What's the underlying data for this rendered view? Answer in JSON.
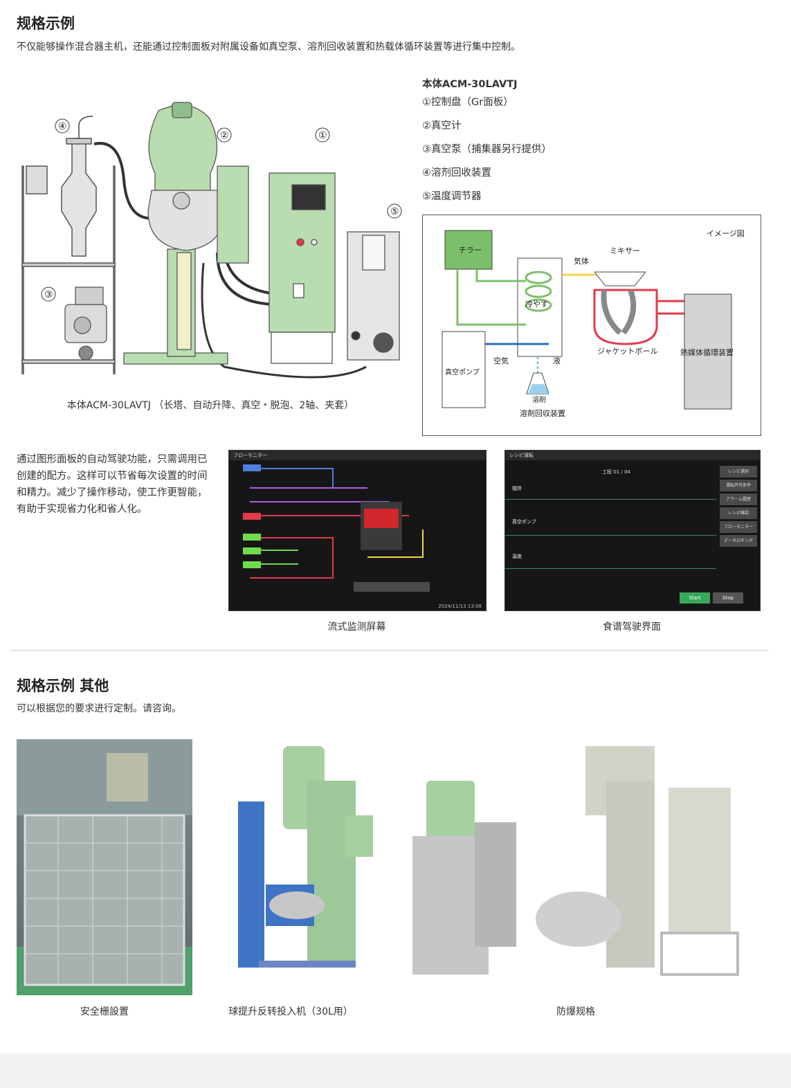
{
  "section1": {
    "title": "规格示例",
    "lead": "不仅能够操作混合器主机，还能通过控制面板对附属设备如真空泵、溶剂回收装置和热载体循环装置等进行集中控制。",
    "machine_caption": "本体ACM-30LAVTJ （长塔、自动升降、真空・脱泡、2轴、夹套）",
    "callouts": [
      "①",
      "②",
      "③",
      "④",
      "⑤"
    ],
    "spec_title": "本体ACM-30LAVTJ",
    "spec_items": [
      "①控制盘（Gr面板）",
      "②真空计",
      "③真空泵（捕集器另行提供）",
      "④溶剂回收装置",
      "⑤温度调节器"
    ],
    "diagram": {
      "label_image": "イメージ図",
      "chiller": "チラー",
      "mixer": "ミキサー",
      "gas": "気体",
      "cool": "冷やす",
      "jacket_bowl": "ジャケットボール",
      "heat_medium": "熱媒体循環装置",
      "vacuum_pump": "真空ポンプ",
      "air": "空気",
      "liquid": "液",
      "solvent": "溶剤",
      "solvent_recovery": "溶剤回収装置"
    },
    "paragraph": "通过图形面板的自动驾驶功能，只需调用已创建的配方。这样可以节省每次设置的时间和精力。减少了操作移动，使工作更智能，有助于实现省力化和省人化。",
    "screen1": {
      "title": "フローモニター",
      "caption": "流式监测屏幕",
      "time": "2024/11/13 13:08"
    },
    "screen2": {
      "title": "レシピ運転",
      "caption": "食谱驾驶界面",
      "rows": [
        "撹拌",
        "真空ポンプ",
        "温度"
      ],
      "menu": [
        "レシピ選択",
        "運転許可条件",
        "アラーム履歴",
        "レシピ確認",
        "フローモニター",
        "データロギング"
      ],
      "step": "工程 01 / 04",
      "start": "Start",
      "stop": "Stop"
    }
  },
  "section2": {
    "title": "规格示例 其他",
    "lead": "可以根据您的要求进行定制。请咨询。",
    "captions": [
      "安全栅設置",
      "球提升反转投入机（30L用）",
      "防爆规格"
    ]
  },
  "colors": {
    "machine_green": "#b9dcb1",
    "chiller_green": "#7cbf6a",
    "heat_red": "#e23a4a",
    "gas_yellow": "#f3d34a",
    "vacuum_blue": "#2e6cc0"
  }
}
